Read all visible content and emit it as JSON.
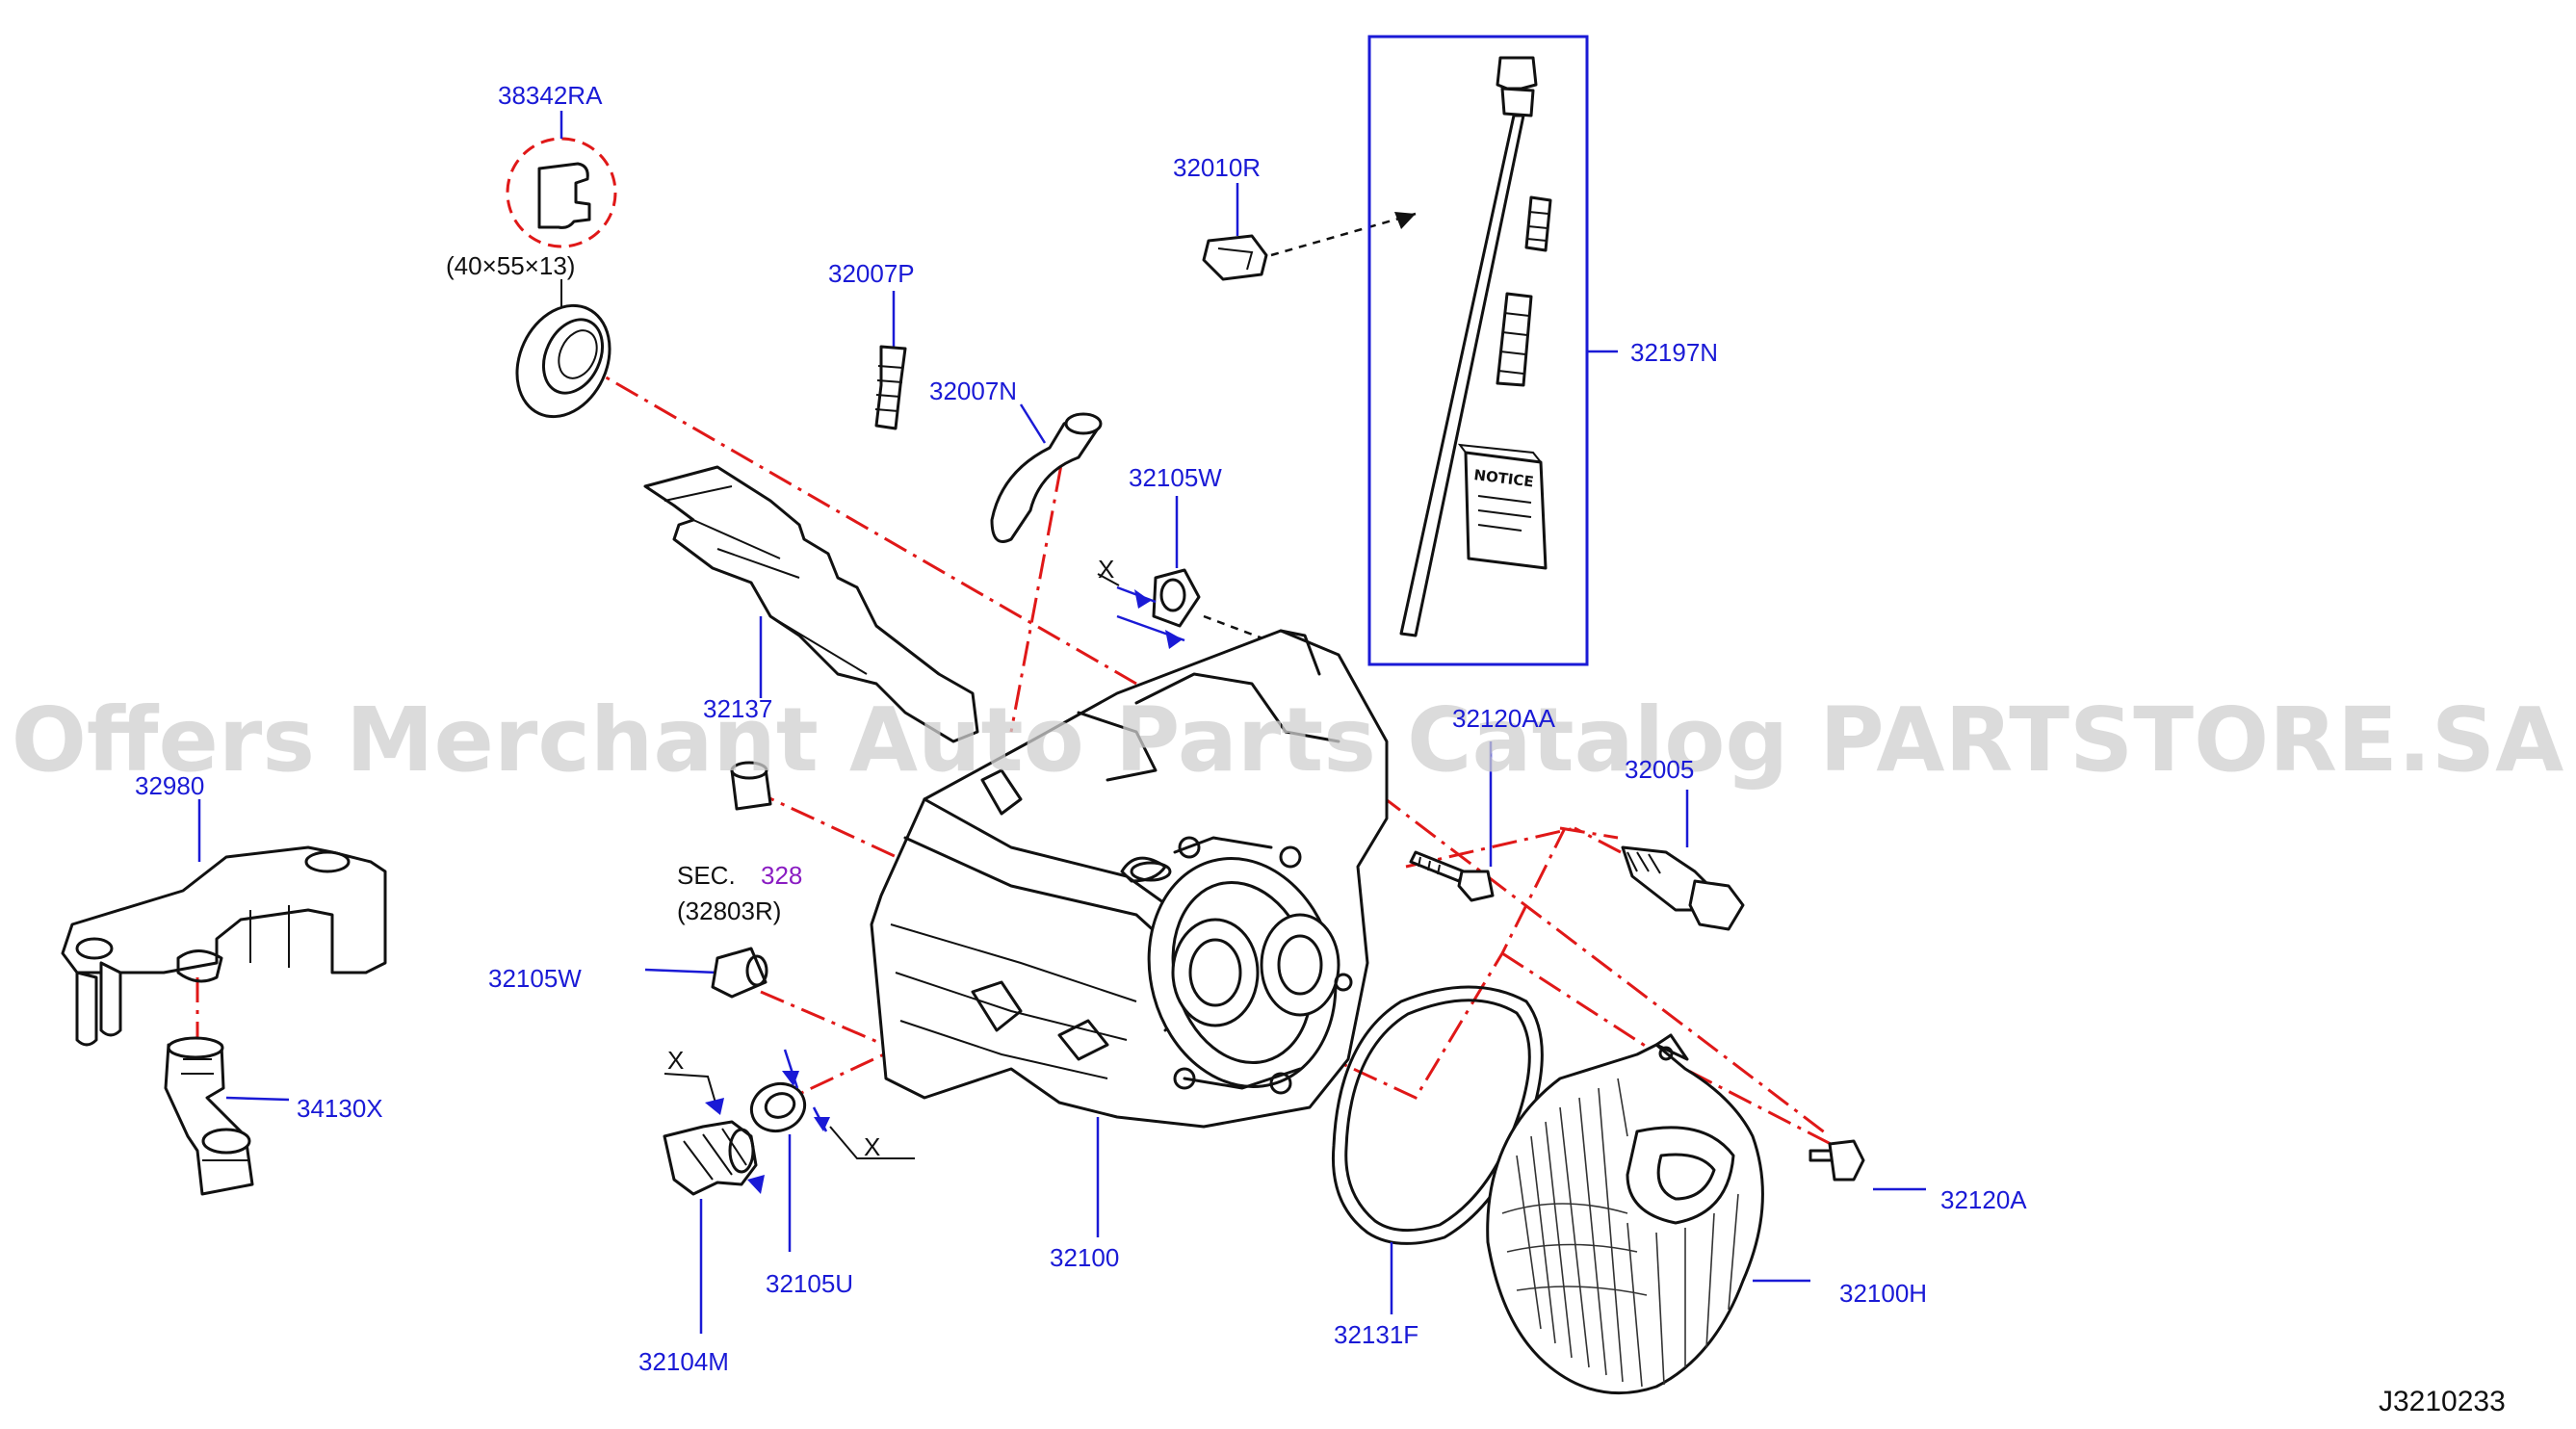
{
  "diagram_id": "J3210233",
  "watermark": "Offers Merchant Auto Parts Catalog PARTSTORE.SA",
  "labels": {
    "p38342RA": "38342RA",
    "seal_size": "(40×55×13)",
    "p32007P": "32007P",
    "p32007N": "32007N",
    "p32010R": "32010R",
    "p32197N": "32197N",
    "p32105W_top": "32105W",
    "x_top": "X",
    "p32137": "32137",
    "p32120AA": "32120AA",
    "p32005": "32005",
    "p32980": "32980",
    "sec_prefix": "SEC.",
    "sec_number": "328",
    "sec_part": "(32803R)",
    "p32105W_left": "32105W",
    "x_left": "X",
    "x_mid": "X",
    "p34130X": "34130X",
    "p32100": "32100",
    "p32120A": "32120A",
    "p32100H": "32100H",
    "p32131F": "32131F",
    "p32105U": "32105U",
    "p32104M": "32104M",
    "notice_text": "NOTICE"
  },
  "colors": {
    "label_blue": "#1a1ad6",
    "section_purple": "#8a1cc2",
    "dash_red": "#e01818",
    "line_black": "#111111",
    "watermark_gray": "#cfcfcf"
  }
}
